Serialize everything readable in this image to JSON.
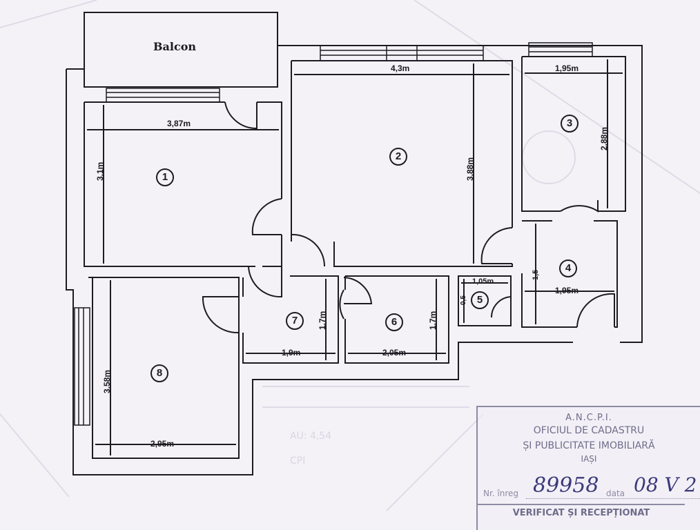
{
  "plan": {
    "balcony_label": "Balcon",
    "rooms": [
      {
        "id": "room-1",
        "number": "1"
      },
      {
        "id": "room-2",
        "number": "2"
      },
      {
        "id": "room-3",
        "number": "3"
      },
      {
        "id": "room-4",
        "number": "4"
      },
      {
        "id": "room-5",
        "number": "5"
      },
      {
        "id": "room-6",
        "number": "6"
      },
      {
        "id": "room-7",
        "number": "7"
      },
      {
        "id": "room-8",
        "number": "8"
      }
    ],
    "dimensions": {
      "r1_width": "3,87m",
      "r1_height": "3,1m",
      "r2_width": "4,3m",
      "r2_height": "3,88m",
      "r3_width": "1,95m",
      "r3_height": "2,88m",
      "r4_width": "1,95m",
      "r4_height": "1,5",
      "r5_width": "1,05m",
      "r5_height": "0,5",
      "r6_width": "2,05m",
      "r6_height": "1,7m",
      "r7_width": "1,9m",
      "r7_height": "1,7m",
      "r8_width": "2,95m",
      "r8_height": "3,58m"
    },
    "background_ghost_text": [
      "AU: 4,54",
      "CPI"
    ]
  },
  "stamp": {
    "line1": "A.N.C.P.I.",
    "line2": "OFICIUL DE CADASTRU",
    "line3": "ȘI PUBLICITATE IMOBILIARĂ",
    "line4": "IAȘI",
    "nr_label": "Nr. înreg",
    "nr_value": "89958",
    "date_label": "data",
    "date_value": "08 V 2",
    "verified": "VERIFICAT ȘI RECEPȚIONAT"
  },
  "colors": {
    "ink": "#1c1b22",
    "paper": "#f4f2f7",
    "stamp": "#6f6c8a",
    "handwriting": "#3b3a7a"
  }
}
